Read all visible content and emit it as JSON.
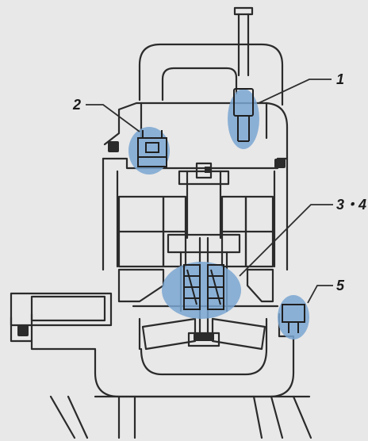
{
  "diagram": {
    "callouts": [
      {
        "id": "1",
        "label": "1",
        "color": "#7aa6d1"
      },
      {
        "id": "2",
        "label": "2",
        "color": "#7aa6d1"
      },
      {
        "id": "3-4",
        "label": "3・4",
        "color": "#7aa6d1"
      },
      {
        "id": "5",
        "label": "5",
        "color": "#7aa6d1"
      }
    ],
    "colors": {
      "background": "#e8e8e8",
      "line": "#2b2b2b",
      "highlight": "#7aa6d1",
      "leader": "#2e2e2e"
    },
    "icons": {
      "cable-outlet": "cable-outlet-icon",
      "wiring-terminal": "wiring-terminal-icon",
      "mechanical-seal": "mechanical-seal-icon",
      "lubricant-plug": "lubricant-plug-icon"
    }
  }
}
